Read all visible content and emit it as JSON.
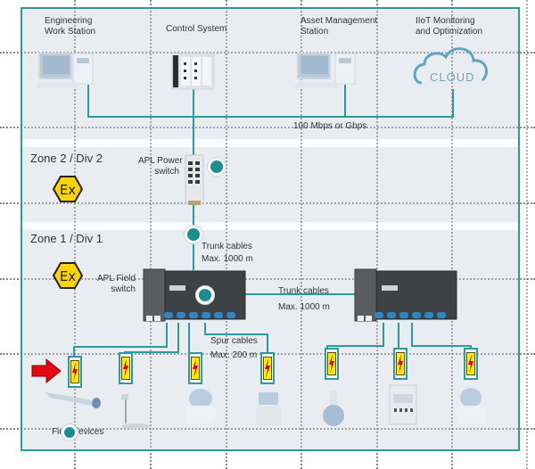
{
  "title": "Ethernet-APL network architecture",
  "top_level": {
    "stations": [
      {
        "id": "engineering",
        "label_line1": "Engineering",
        "label_line2": "Work Station",
        "icon": "workstation-icon"
      },
      {
        "id": "control",
        "label_line1": "Control System",
        "label_line2": "",
        "icon": "controller-icon"
      },
      {
        "id": "asset",
        "label_line1": "Asset Management",
        "label_line2": "Station",
        "icon": "workstation-icon"
      },
      {
        "id": "iiot",
        "label_line1": "IIoT Monitoring",
        "label_line2": "and Optimization",
        "icon": "cloud-icon"
      }
    ],
    "cloud_text": "CLOUD",
    "backbone_label": "100 Mbps or Gbps"
  },
  "zone2": {
    "title": "Zone 2 / Div 2",
    "ex_symbol": "Ex",
    "power_switch_label_line1": "APL Power",
    "power_switch_label_line2": "switch"
  },
  "zone1": {
    "title": "Zone 1 / Div 1",
    "ex_symbol": "Ex",
    "field_switch_label_line1": "APL Field",
    "field_switch_label_line2": "switch",
    "trunk_label_line1": "Trunk cables",
    "trunk_label_line2": "Max. 1000 m",
    "trunk2_label_line1": "Trunk cables",
    "trunk2_label_line2": "Max. 1000 m",
    "spur_label_line1": "Spur cables",
    "spur_label_line2": "Max. 200 m",
    "field_devices_label": "Field devices",
    "devices": [
      {
        "type": "proximity-sensor",
        "hazard": true,
        "highlighted": true
      },
      {
        "type": "level-transmitter",
        "hazard": true
      },
      {
        "type": "flow-meter",
        "hazard": true
      },
      {
        "type": "valve-positioner",
        "hazard": true
      },
      {
        "type": "analyzer-flask",
        "hazard": true
      },
      {
        "type": "power-supply-module",
        "hazard": true
      },
      {
        "type": "flow-meter",
        "hazard": true
      }
    ]
  },
  "colors": {
    "accent": "#2a9a9c",
    "node": "#1b8e91",
    "background": "#e9edf2",
    "ex_yellow": "#ffd400",
    "hazard_yellow": "#ffee00",
    "bolt_red": "#e3001b",
    "arrow_red": "#e30613"
  }
}
